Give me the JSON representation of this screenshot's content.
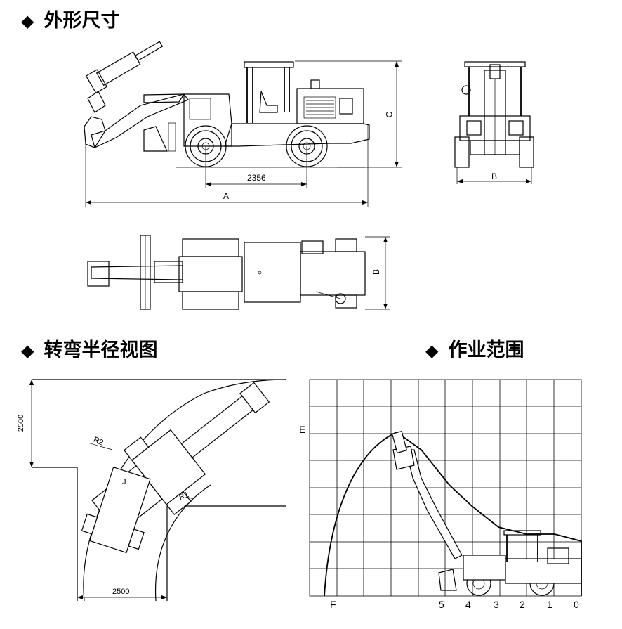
{
  "sections": {
    "dimensions": {
      "bullet": "◆",
      "title": "外形尺寸"
    },
    "turning": {
      "bullet": "◆",
      "title": "转弯半径视图"
    },
    "working": {
      "bullet": "◆",
      "title": "作业范围"
    }
  },
  "side_view": {
    "wheelbase": "2356",
    "length_label": "A",
    "height_label": "C"
  },
  "front_view": {
    "width_label": "B"
  },
  "top_view": {
    "width_label": "B"
  },
  "turning_view": {
    "dim_vertical": "2500",
    "dim_horizontal": "2500",
    "radius_outer": "R2",
    "radius_inner": "R1",
    "angle_label": "J"
  },
  "working_range": {
    "vertical_label": "E",
    "horizontal_label": "F",
    "ticks": [
      "5",
      "4",
      "3",
      "2",
      "1",
      "0"
    ]
  }
}
